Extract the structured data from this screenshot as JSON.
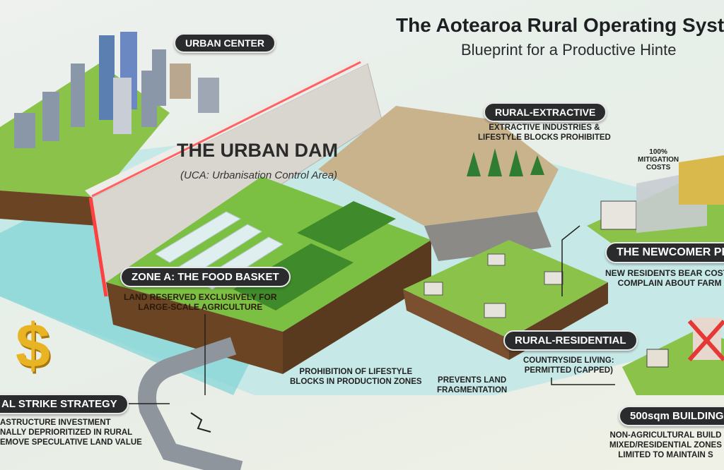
{
  "header": {
    "title": "The Aotearoa Rural Operating Syst",
    "subtitle": "Blueprint for a Productive Hinte"
  },
  "labels": {
    "urban_center": "URBAN CENTER",
    "urban_dam_title": "THE URBAN DAM",
    "urban_dam_subtitle": "(UCA: Urbanisation Control Area)",
    "rural_extractive": "RURAL-EXTRACTIVE",
    "rural_extractive_desc": [
      "EXTRACTIVE INDUSTRIES &",
      "LIFESTYLE BLOCKS PROHIBITED"
    ],
    "mitigation": [
      "100%",
      "MITIGATION",
      "COSTS"
    ],
    "newcomer": "THE NEWCOMER PRIN",
    "newcomer_desc": [
      "NEW RESIDENTS BEAR COSTS",
      "COMPLAIN ABOUT FARM"
    ],
    "zone_a": "ZONE A: THE FOOD BASKET",
    "zone_a_desc": [
      "LAND RESERVED EXCLUSIVELY FOR",
      "LARGE-SCALE AGRICULTURE"
    ],
    "prohibition": [
      "PROHIBITION OF LIFESTYLE",
      "BLOCKS IN PRODUCTION ZONES"
    ],
    "fragmentation": [
      "PREVENTS LAND",
      "FRAGMENTATION"
    ],
    "rural_residential": "RURAL-RESIDENTIAL",
    "rural_residential_desc": [
      "COUNTRYSIDE LIVING:",
      "PERMITTED (CAPPED)"
    ],
    "strike": "AL STRIKE STRATEGY",
    "strike_desc": [
      "ASTRUCTURE INVESTMENT",
      "NALLY DEPRIORITIZED IN RURAL",
      "EMOVE SPECULATIVE LAND VALUE"
    ],
    "building": "500sqm BUILDING",
    "building_desc": [
      "NON-AGRICULTURAL BUILD",
      "MIXED/RESIDENTIAL ZONES",
      "LIMITED TO MAINTAIN S"
    ],
    "dollar": "$"
  },
  "colors": {
    "grass": "#7cc043",
    "soil": "#6b4424",
    "water": "#7fd3d6",
    "pill": "#2a2b2d",
    "dam": "#d9d6d0",
    "accent_red": "#ff4040"
  }
}
